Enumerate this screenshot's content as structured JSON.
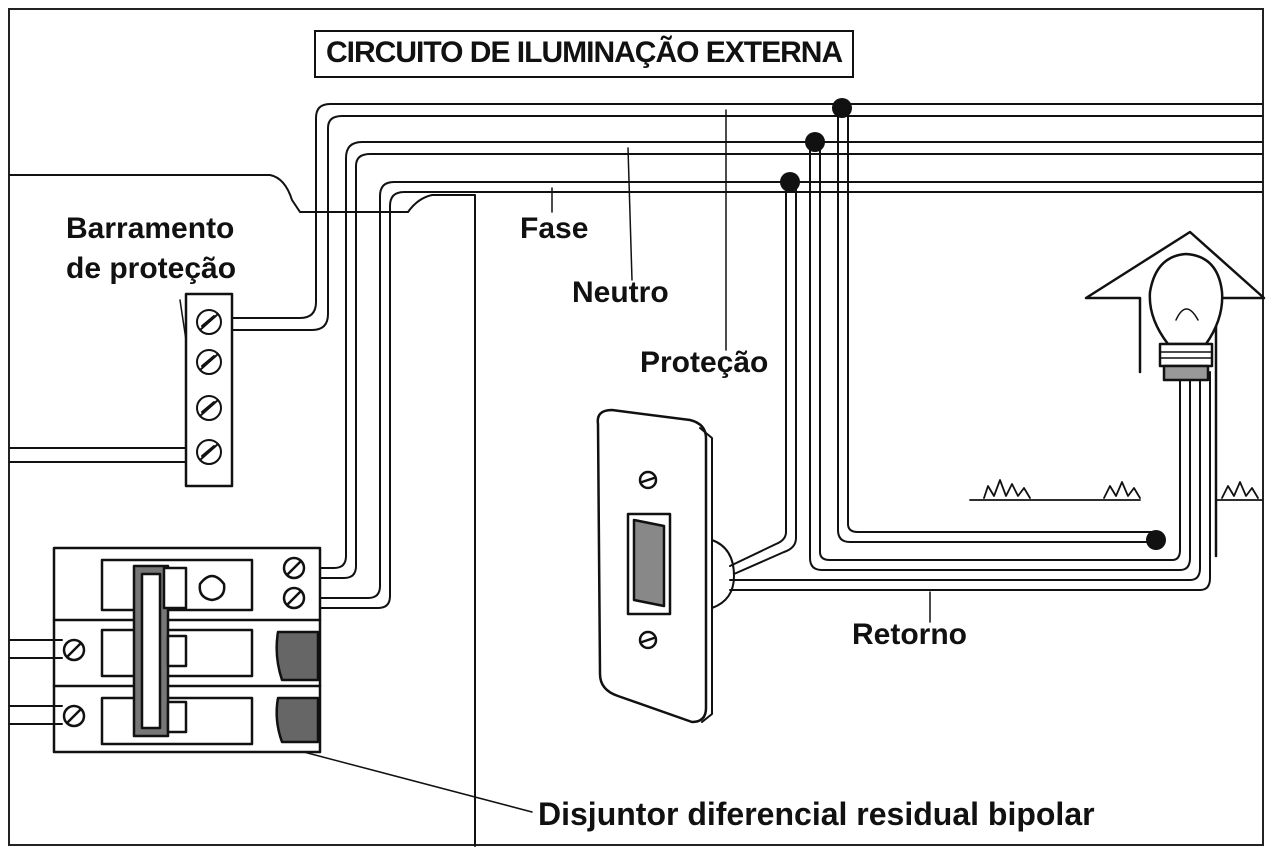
{
  "diagram": {
    "title": "CIRCUITO DE ILUMINAÇÃO EXTERNA",
    "labels": {
      "barramento_line1": "Barramento",
      "barramento_line2": "de proteção",
      "fase": "Fase",
      "neutro": "Neutro",
      "protecao": "Proteção",
      "retorno": "Retorno",
      "disjuntor": "Disjuntor diferencial residual bipolar"
    },
    "colors": {
      "ink": "#111111",
      "background": "#ffffff",
      "shade": "#888888"
    },
    "icons": [
      "terminal-bar-icon",
      "breaker-icon",
      "switch-icon",
      "lamp-icon",
      "house-icon",
      "grass-icon"
    ]
  }
}
